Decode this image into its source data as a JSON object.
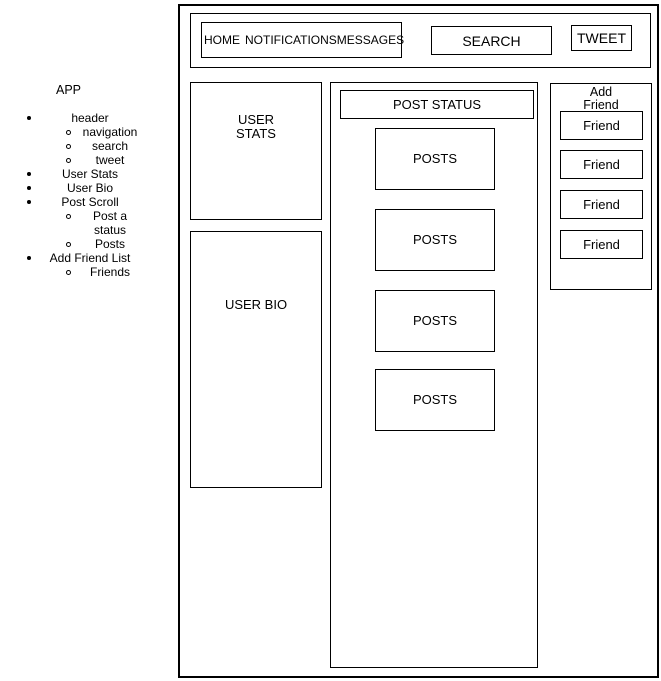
{
  "outline": {
    "title": "APP",
    "items": [
      {
        "label": "header",
        "level": 1,
        "marker": "disc"
      },
      {
        "label": "navigation",
        "level": 2,
        "marker": "circle"
      },
      {
        "label": "search",
        "level": 2,
        "marker": "circle"
      },
      {
        "label": "tweet",
        "level": 2,
        "marker": "circle"
      },
      {
        "label": "User Stats",
        "level": 1,
        "marker": "disc"
      },
      {
        "label": "User Bio",
        "level": 1,
        "marker": "disc"
      },
      {
        "label": "Post Scroll",
        "level": 1,
        "marker": "disc"
      },
      {
        "label": "Post a",
        "level": 2,
        "marker": "circle"
      },
      {
        "label": "status",
        "level": 2,
        "marker": "none"
      },
      {
        "label": "Posts",
        "level": 2,
        "marker": "circle"
      },
      {
        "label": "Add Friend List",
        "level": 1,
        "marker": "disc"
      },
      {
        "label": "Friends",
        "level": 2,
        "marker": "circle"
      }
    ]
  },
  "wireframe": {
    "header": {
      "nav_items": [
        {
          "label": "HOME"
        },
        {
          "label": "NOTIFICATIONS"
        },
        {
          "label": "MESSAGES"
        }
      ],
      "search_label": "SEARCH",
      "tweet_label": "TWEET"
    },
    "user_stats_label": "USER STATS",
    "user_bio_label": "USER BIO",
    "post_status_label": "POST STATUS",
    "posts": [
      {
        "label": "POSTS"
      },
      {
        "label": "POSTS"
      },
      {
        "label": "POSTS"
      },
      {
        "label": "POSTS"
      }
    ],
    "friend_list": {
      "title": "Add Friend",
      "friends": [
        {
          "label": "Friend"
        },
        {
          "label": "Friend"
        },
        {
          "label": "Friend"
        },
        {
          "label": "Friend"
        }
      ]
    }
  },
  "colors": {
    "line": "#000000",
    "text": "#000000",
    "background": "#ffffff"
  }
}
